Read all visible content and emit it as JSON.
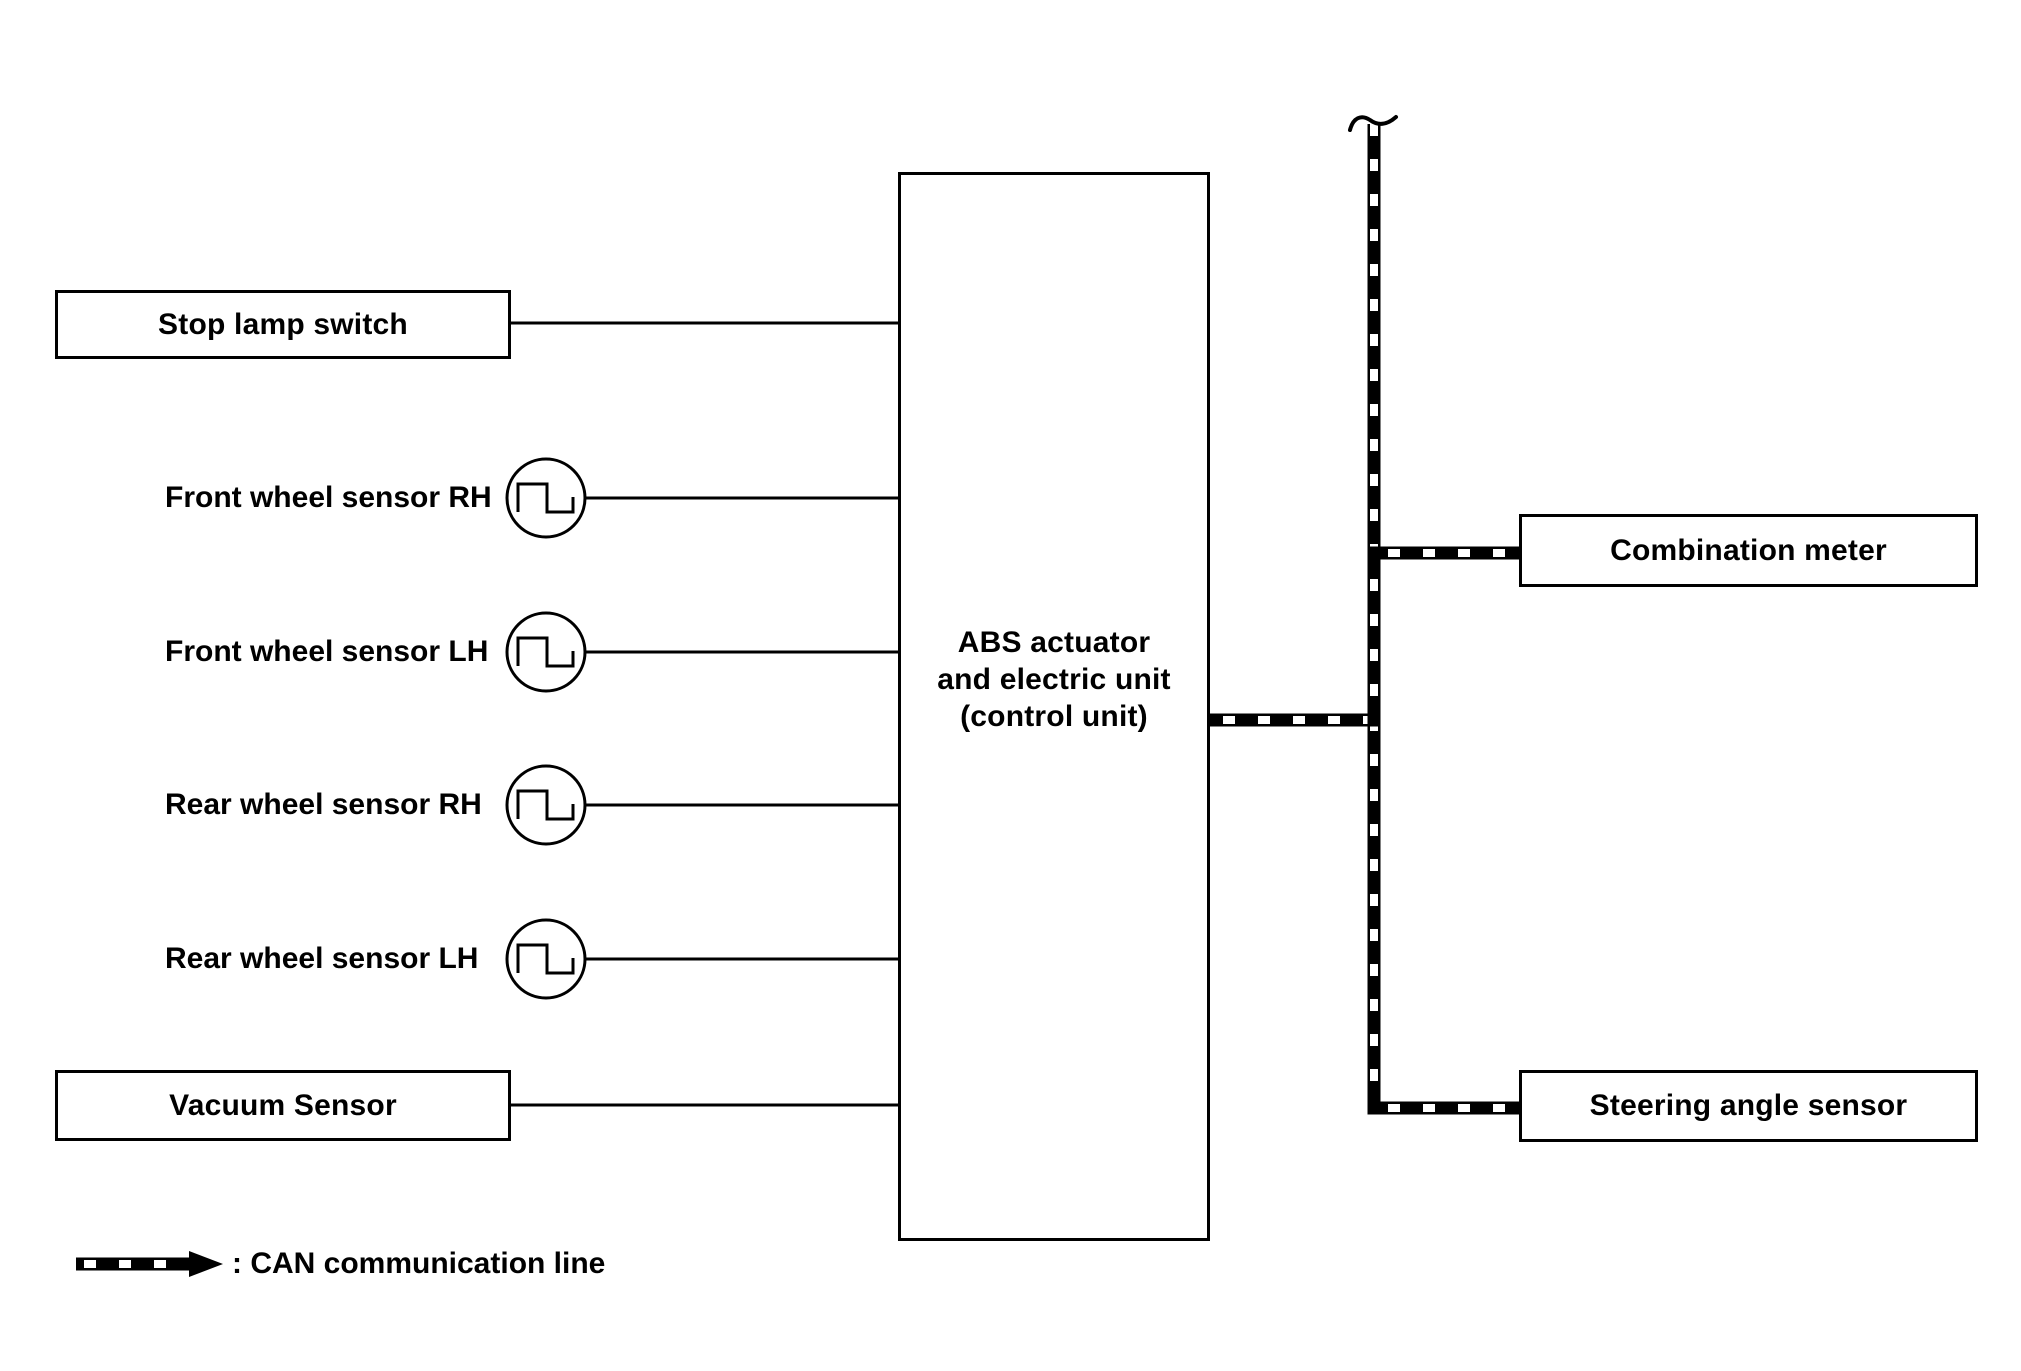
{
  "diagram": {
    "center_unit": {
      "line1": "ABS actuator",
      "line2": "and electric unit",
      "line3": "(control unit)"
    },
    "inputs": {
      "stop_lamp_switch": "Stop lamp switch",
      "vacuum_sensor": "Vacuum Sensor"
    },
    "wheel_sensors": [
      {
        "label": "Front wheel sensor RH"
      },
      {
        "label": "Front wheel sensor LH"
      },
      {
        "label": "Rear wheel sensor RH"
      },
      {
        "label": "Rear wheel sensor LH"
      }
    ],
    "can_nodes": {
      "combination_meter": "Combination meter",
      "steering_angle_sensor": "Steering angle sensor"
    },
    "legend": {
      "can_line_label": ": CAN communication line"
    },
    "colors": {
      "line": "#000000",
      "background": "#ffffff"
    }
  }
}
